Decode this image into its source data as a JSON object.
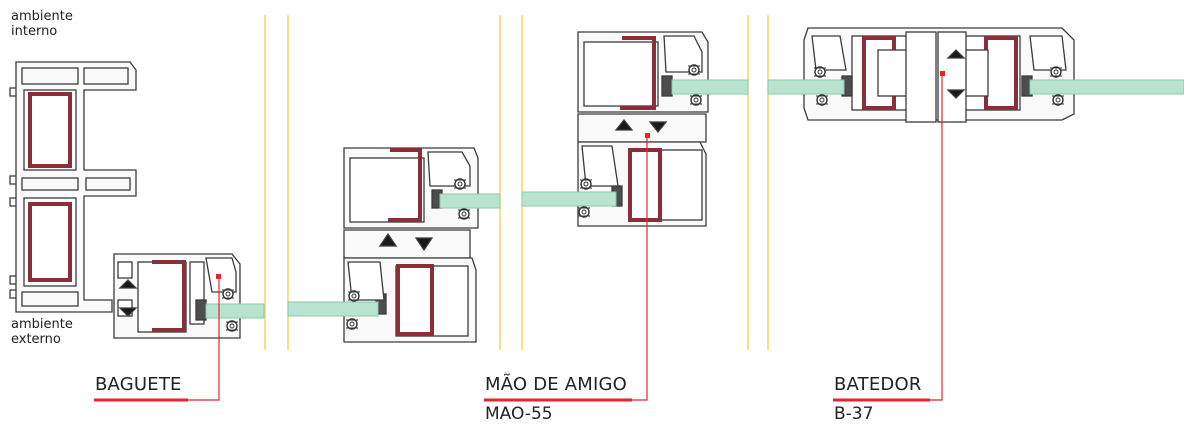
{
  "environment": {
    "interior_line1": "ambiente",
    "interior_line2": "interno",
    "exterior_line1": "ambiente",
    "exterior_line2": "externo"
  },
  "callouts": {
    "baguete": {
      "title": "BAGUETE"
    },
    "mao_de_amigo": {
      "title": "MÃO DE AMIGO",
      "code": "MAO-55"
    },
    "batedor": {
      "title": "BATEDOR",
      "code": "B-37"
    }
  },
  "colors": {
    "accent_red": "#e3262d",
    "profile_stroke": "#3b3b3b",
    "reinforcement": "#8a2f3a",
    "glass": "#b8e3cf",
    "divider": "#f2d649",
    "gasket": "#4d4d4d"
  }
}
